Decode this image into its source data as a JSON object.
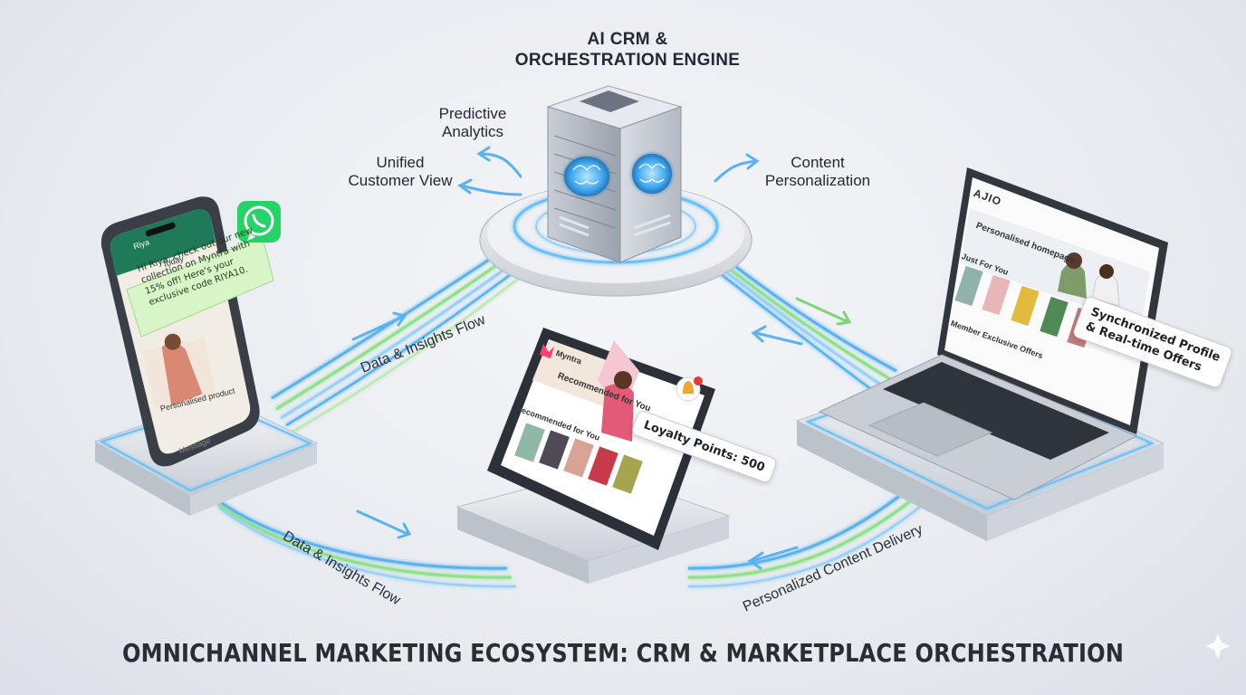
{
  "title": "OMNICHANNEL MARKETING ECOSYSTEM: CRM & MARKETPLACE ORCHESTRATION",
  "engine": {
    "title_line1": "AI CRM &",
    "title_line2": "ORCHESTRATION ENGINE",
    "features": {
      "predictive": [
        "Predictive",
        "Analytics"
      ],
      "unified": [
        "Unified",
        "Customer View"
      ],
      "personalization": [
        "Content",
        "Personalization"
      ]
    }
  },
  "flows": {
    "phone_to_engine": "Data & Insights Flow",
    "phone_to_tablet": "Data & Insights Flow",
    "tablet_to_laptop": "Personalized Content Delivery"
  },
  "phone": {
    "contact_name": "Riya",
    "day_label": "Today",
    "message": "Hi Riya, check out our new collection on Myntra with 15% off! Here's your exclusive code RIYA10.",
    "product_caption": "Personalised product",
    "input_placeholder": "Message"
  },
  "tablet": {
    "brand": "Myntra",
    "banner_text": "Recommended for You",
    "section_label": "Recommended for You",
    "loyalty_badge": "Loyalty Points: 500"
  },
  "laptop": {
    "brand": "AJIO",
    "banner_text": "Personalised homepage",
    "section1": "Just For You",
    "section2": "Member Exclusive Offers",
    "sync_tag_line1": "Synchronized Profile",
    "sync_tag_line2": "& Real-time Offers"
  },
  "colors": {
    "flow_blue": "#5ab3f0",
    "flow_green": "#8fe08a",
    "whatsapp_green": "#25d366",
    "myntra_pink": "#ff3f6c"
  }
}
